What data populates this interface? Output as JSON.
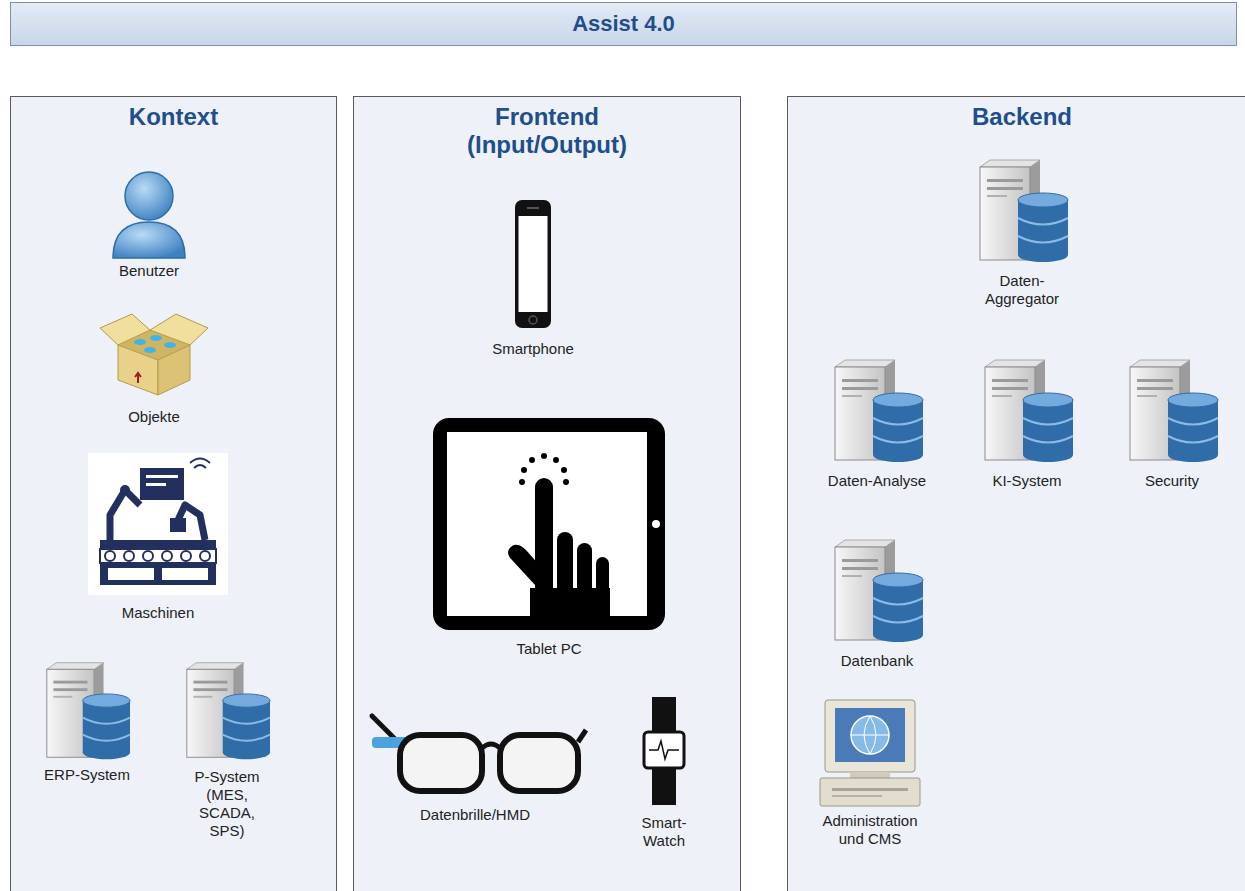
{
  "diagram": {
    "title": "Assist 4.0",
    "nodes": [
      {
        "text": [
          "Kontext"
        ]
      },
      {
        "text": [
          "Benutzer"
        ],
        "in": 0
      },
      {
        "text": [
          "Objekte"
        ],
        "in": 0
      },
      {
        "text": [
          "Maschinen"
        ],
        "in": 0
      },
      {
        "text": [
          "ERP-System"
        ],
        "in": 0
      },
      {
        "text": [
          "P-System (MES, SCADA, SPS)"
        ],
        "in": 0
      },
      {
        "text": [
          "Frontend (Input/Output)"
        ]
      },
      {
        "text": [
          "Smartphone"
        ],
        "in": 6
      },
      {
        "text": [
          "Tablet PC"
        ],
        "in": 6
      },
      {
        "text": [
          "Datenbrille/HMD"
        ],
        "in": 6
      },
      {
        "text": [
          "Smart-Watch"
        ],
        "in": 6
      },
      {
        "text": [
          "Backend"
        ]
      },
      {
        "text": [
          "Daten-Aggregator"
        ],
        "in": 11
      },
      {
        "text": [
          "Daten-Analyse"
        ],
        "in": 11
      },
      {
        "text": [
          "KI-System"
        ],
        "in": 11
      },
      {
        "text": [
          "Security"
        ],
        "in": 11
      },
      {
        "text": [
          "Datenbank"
        ],
        "in": 11
      },
      {
        "text": [
          "Administration und CMS"
        ],
        "in": 11
      }
    ]
  }
}
